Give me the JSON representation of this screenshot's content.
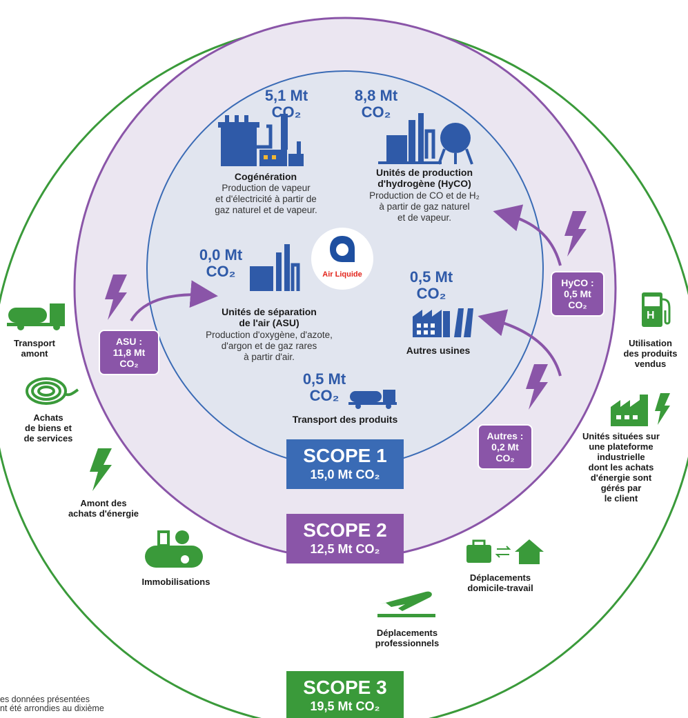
{
  "scope1": {
    "title": "SCOPE 1",
    "value": "15,0 Mt CO₂",
    "color": "#3a6bb5",
    "items": {
      "cogeneration": {
        "value_line1": "5,1 Mt",
        "value_line2": "CO₂",
        "title": "Cogénération",
        "desc": [
          "Production de vapeur",
          "et d'électricité à partir de",
          "gaz naturel et de vapeur."
        ]
      },
      "hyco": {
        "value_line1": "8,8 Mt",
        "value_line2": "CO₂",
        "title": [
          "Unités de production",
          "d'hydrogène (HyCO)"
        ],
        "desc": [
          "Production de CO et de H₂",
          "à partir de gaz naturel",
          "et de vapeur."
        ]
      },
      "asu": {
        "value_line1": "0,0 Mt",
        "value_line2": "CO₂",
        "title": [
          "Unités de séparation",
          "de l'air (ASU)"
        ],
        "desc": [
          "Production d'oxygène, d'azote,",
          "d'argon et de gaz rares",
          "à partir d'air."
        ]
      },
      "autres_usines": {
        "value_line1": "0,5 Mt",
        "value_line2": "CO₂",
        "title": "Autres usines"
      },
      "transport": {
        "value_line1": "0,5 Mt",
        "value_line2": "CO₂",
        "title": "Transport des produits"
      }
    },
    "logo_text": "Air Liquide"
  },
  "scope2": {
    "title": "SCOPE 2",
    "value": "12,5 Mt CO₂",
    "color": "#8a55a8",
    "badges": {
      "asu": [
        "ASU :",
        "11,8 Mt",
        "CO₂"
      ],
      "hyco": [
        "HyCO :",
        "0,5 Mt",
        "CO₂"
      ],
      "autres": [
        "Autres :",
        "0,2 Mt",
        "CO₂"
      ]
    }
  },
  "scope3": {
    "title": "SCOPE 3",
    "value": "19,5 Mt CO₂",
    "color": "#3a9a3a",
    "items": {
      "transport_amont": [
        "Transport",
        "amont"
      ],
      "achats": [
        "Achats",
        "de biens et",
        "de services"
      ],
      "amont_energie": [
        "Amont des",
        "achats d'énergie"
      ],
      "immobilisations": "Immobilisations",
      "deplacements_pro": [
        "Déplacements",
        "professionnels"
      ],
      "deplacements_dom": [
        "Déplacements",
        "domicile-travail"
      ],
      "utilisation": [
        "Utilisation",
        "des produits",
        "vendus"
      ],
      "unites_plateforme": [
        "Unités situées sur",
        "une plateforme",
        "industrielle",
        "dont les achats",
        "d'énergie sont",
        "gérés par",
        "le client"
      ]
    }
  },
  "footnote": [
    "es données présentées",
    "nt été arrondies au dixième"
  ]
}
